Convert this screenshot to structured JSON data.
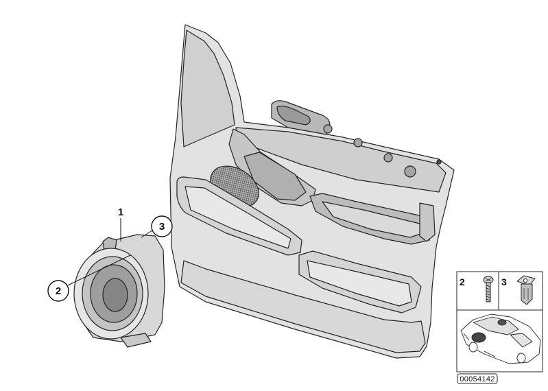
{
  "callouts": [
    {
      "label": "1"
    },
    {
      "label": "2"
    },
    {
      "label": "3"
    }
  ],
  "legend": {
    "items": [
      {
        "label": "2",
        "icon": "screw-icon"
      },
      {
        "label": "3",
        "icon": "clip-nut-icon"
      }
    ]
  },
  "diagram_code": "00054142"
}
